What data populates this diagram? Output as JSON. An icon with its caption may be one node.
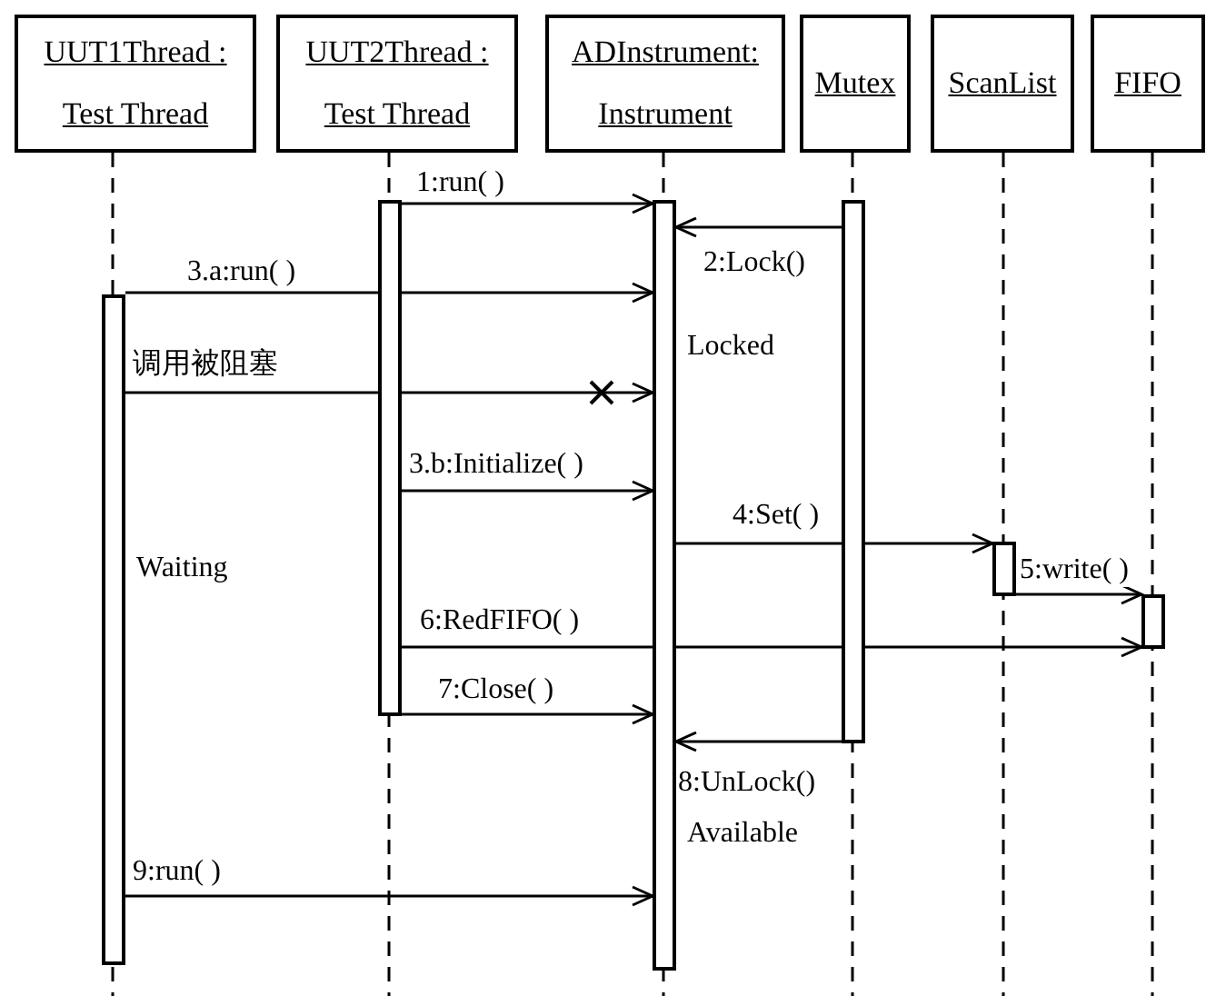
{
  "diagram": {
    "nodes": [
      {
        "text": [
          "UUT1Thread : Test Thread"
        ]
      },
      {
        "text": [
          "UUT2Thread : Test Thread"
        ]
      },
      {
        "text": [
          "ADInstrument: Instrument"
        ]
      },
      {
        "text": [
          "Mutex"
        ]
      },
      {
        "text": [
          "ScanList"
        ]
      },
      {
        "text": [
          "FIFO"
        ]
      },
      {
        "text": [],
        "shape": "bar"
      },
      {
        "text": [],
        "shape": "bar"
      },
      {
        "text": [],
        "shape": "bar"
      },
      {
        "text": [],
        "shape": "bar"
      },
      {
        "text": [],
        "shape": "bar"
      },
      {
        "text": [],
        "shape": "bar"
      }
    ],
    "edges": [
      {
        "from": 7,
        "to": 8,
        "arrow": "to",
        "label": "1:run( )"
      },
      {
        "from": 9,
        "to": 8,
        "arrow": "to",
        "label": "2:Lock()"
      },
      {
        "from": 6,
        "to": 8,
        "arrow": "to",
        "label": "3.a:run( )"
      },
      {
        "from": 6,
        "to": 8,
        "arrow": "to",
        "label": "调用被阻塞"
      },
      {
        "from": 7,
        "to": 8,
        "arrow": "to",
        "label": "3.b:Initialize( )"
      },
      {
        "from": 8,
        "to": 10,
        "arrow": "to",
        "label": "4:Set( )"
      },
      {
        "from": 10,
        "to": 11,
        "arrow": "to",
        "label": "5:write( )"
      },
      {
        "from": 7,
        "to": 11,
        "arrow": "to",
        "label": "6:RedFIFO( )"
      },
      {
        "from": 7,
        "to": 8,
        "arrow": "to",
        "label": "7:Close( )"
      },
      {
        "from": 9,
        "to": 8,
        "arrow": "to",
        "label": "8:UnLock()"
      },
      {
        "from": 6,
        "to": 8,
        "arrow": "to",
        "label": "9:run( )"
      }
    ],
    "labels": [
      "Locked",
      "Waiting",
      "Available"
    ]
  }
}
